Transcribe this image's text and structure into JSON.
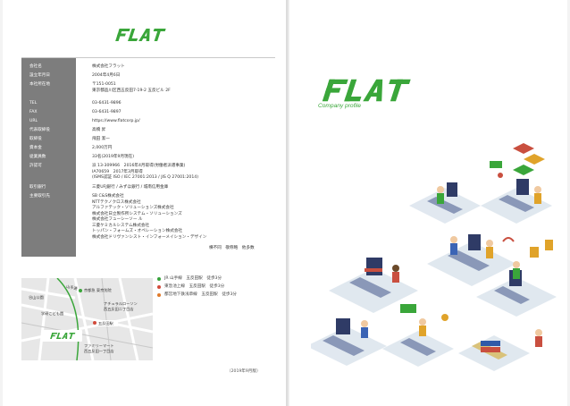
{
  "brand": {
    "logo_text": "FLAT",
    "subtitle": "Company profile",
    "green": "#3aa63a"
  },
  "company": [
    {
      "label": "会社名",
      "value": "株式会社フラット"
    },
    {
      "label": "設立年月日",
      "value": "2004年4月6日"
    },
    {
      "label": "本社所在地",
      "value": "〒151-0051",
      "value2": "東京都品川区西五反田7-19-2 五反ビル 2F"
    },
    {
      "label": "TEL",
      "value": "03-6431-9896"
    },
    {
      "label": "FAX",
      "value": "03-6431-9897"
    },
    {
      "label": "URL",
      "value": "https://www.flatcorp.jp/"
    },
    {
      "label": "代表取締役",
      "value": "高橋 昇"
    },
    {
      "label": "取締役",
      "value": "飛田 潔一"
    },
    {
      "label": "資本金",
      "value": "2,000万円"
    },
    {
      "label": "従業員数",
      "value": "33名(2019年9月現在)"
    },
    {
      "label": "許認可",
      "value": "派 13-309966　2016年4月取得(労働者派遣事業)",
      "value2": "IA70659　2017年3月取得",
      "value3": "(ISMS認証 ISO / IEC 27001:2013 / JIS Q 27001:2014)"
    },
    {
      "label": "取引銀行",
      "value": "三菱UFJ銀行 / みずほ銀行 / 城南信用金庫"
    },
    {
      "label": "主要取引先",
      "lines": [
        "SB C&S株式会社",
        "NTTテクノクロス株式会社",
        "アルファテック・ソリューションズ株式会社",
        "株式会社日立製作所システム・ソリューションズ",
        "株式会社フューシーソー ル",
        "三菱ケミカルシステム株式会社",
        "トッパン・フォームズ・オペレーション株式会社",
        "株式会社ドリヴァンシスト・インフォーメイション・デザイン"
      ],
      "tail": "横不同　敬称略　他多数"
    }
  ],
  "map": {
    "labels": [
      "京都急 東京別院",
      "谷山公園",
      "山手通",
      "学研こども園",
      "ナチュラルローソン",
      "西五反田二丁目店",
      "五反田駅",
      "ファミリーマート",
      "西五反田一丁目店"
    ]
  },
  "stations": [
    {
      "text": "JR 山手線　五反田駅　徒歩3分",
      "color": "#35a23a"
    },
    {
      "text": "東急池上線　五反田駅　徒歩3分",
      "color": "#d24a3a"
    },
    {
      "text": "都営地下鉄浅草線　五反田駅　徒歩3分",
      "color": "#e07a2a"
    }
  ],
  "footnote": "（2019年9月版）"
}
